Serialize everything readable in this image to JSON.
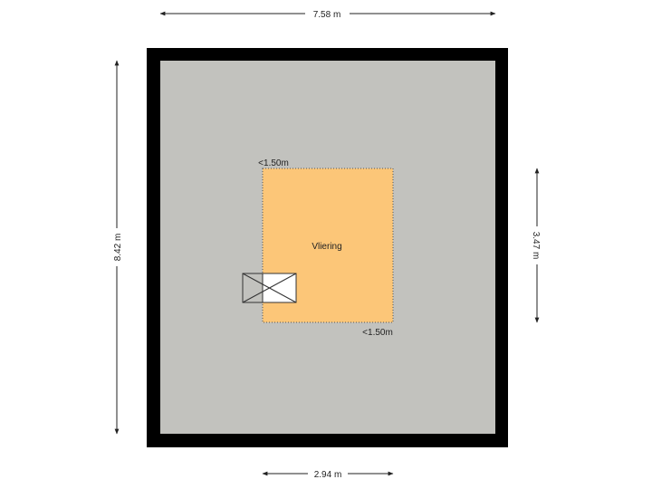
{
  "dimensions": {
    "top_width": "7.58 m",
    "left_height": "8.42 m",
    "right_height": "3.47 m",
    "bottom_width": "2.94 m"
  },
  "room": {
    "name": "Vliering",
    "height_note_top": "<1.50m",
    "height_note_bottom": "<1.50m"
  },
  "colors": {
    "wall": "#000000",
    "floor": "#c2c2be",
    "room_fill": "#fcc678",
    "hatch_fill": "#ffffff",
    "line": "#333333"
  }
}
